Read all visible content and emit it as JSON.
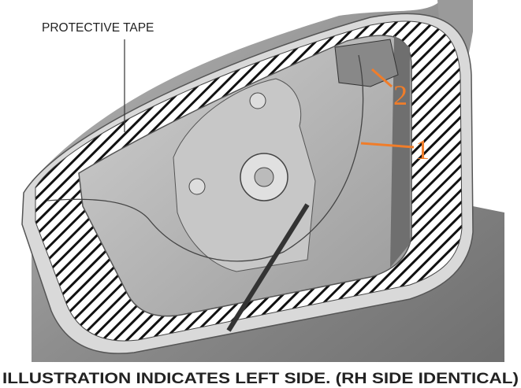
{
  "labels": {
    "protective_tape": "PROTECTIVE TAPE",
    "callout_1": "1",
    "callout_2": "2"
  },
  "caption": "ILLUSTRATION INDICATES LEFT SIDE. (RH SIDE IDENTICAL)",
  "colors": {
    "callout": "#f07d2a",
    "hatch": "#111111",
    "background": "#8a8a8a"
  }
}
